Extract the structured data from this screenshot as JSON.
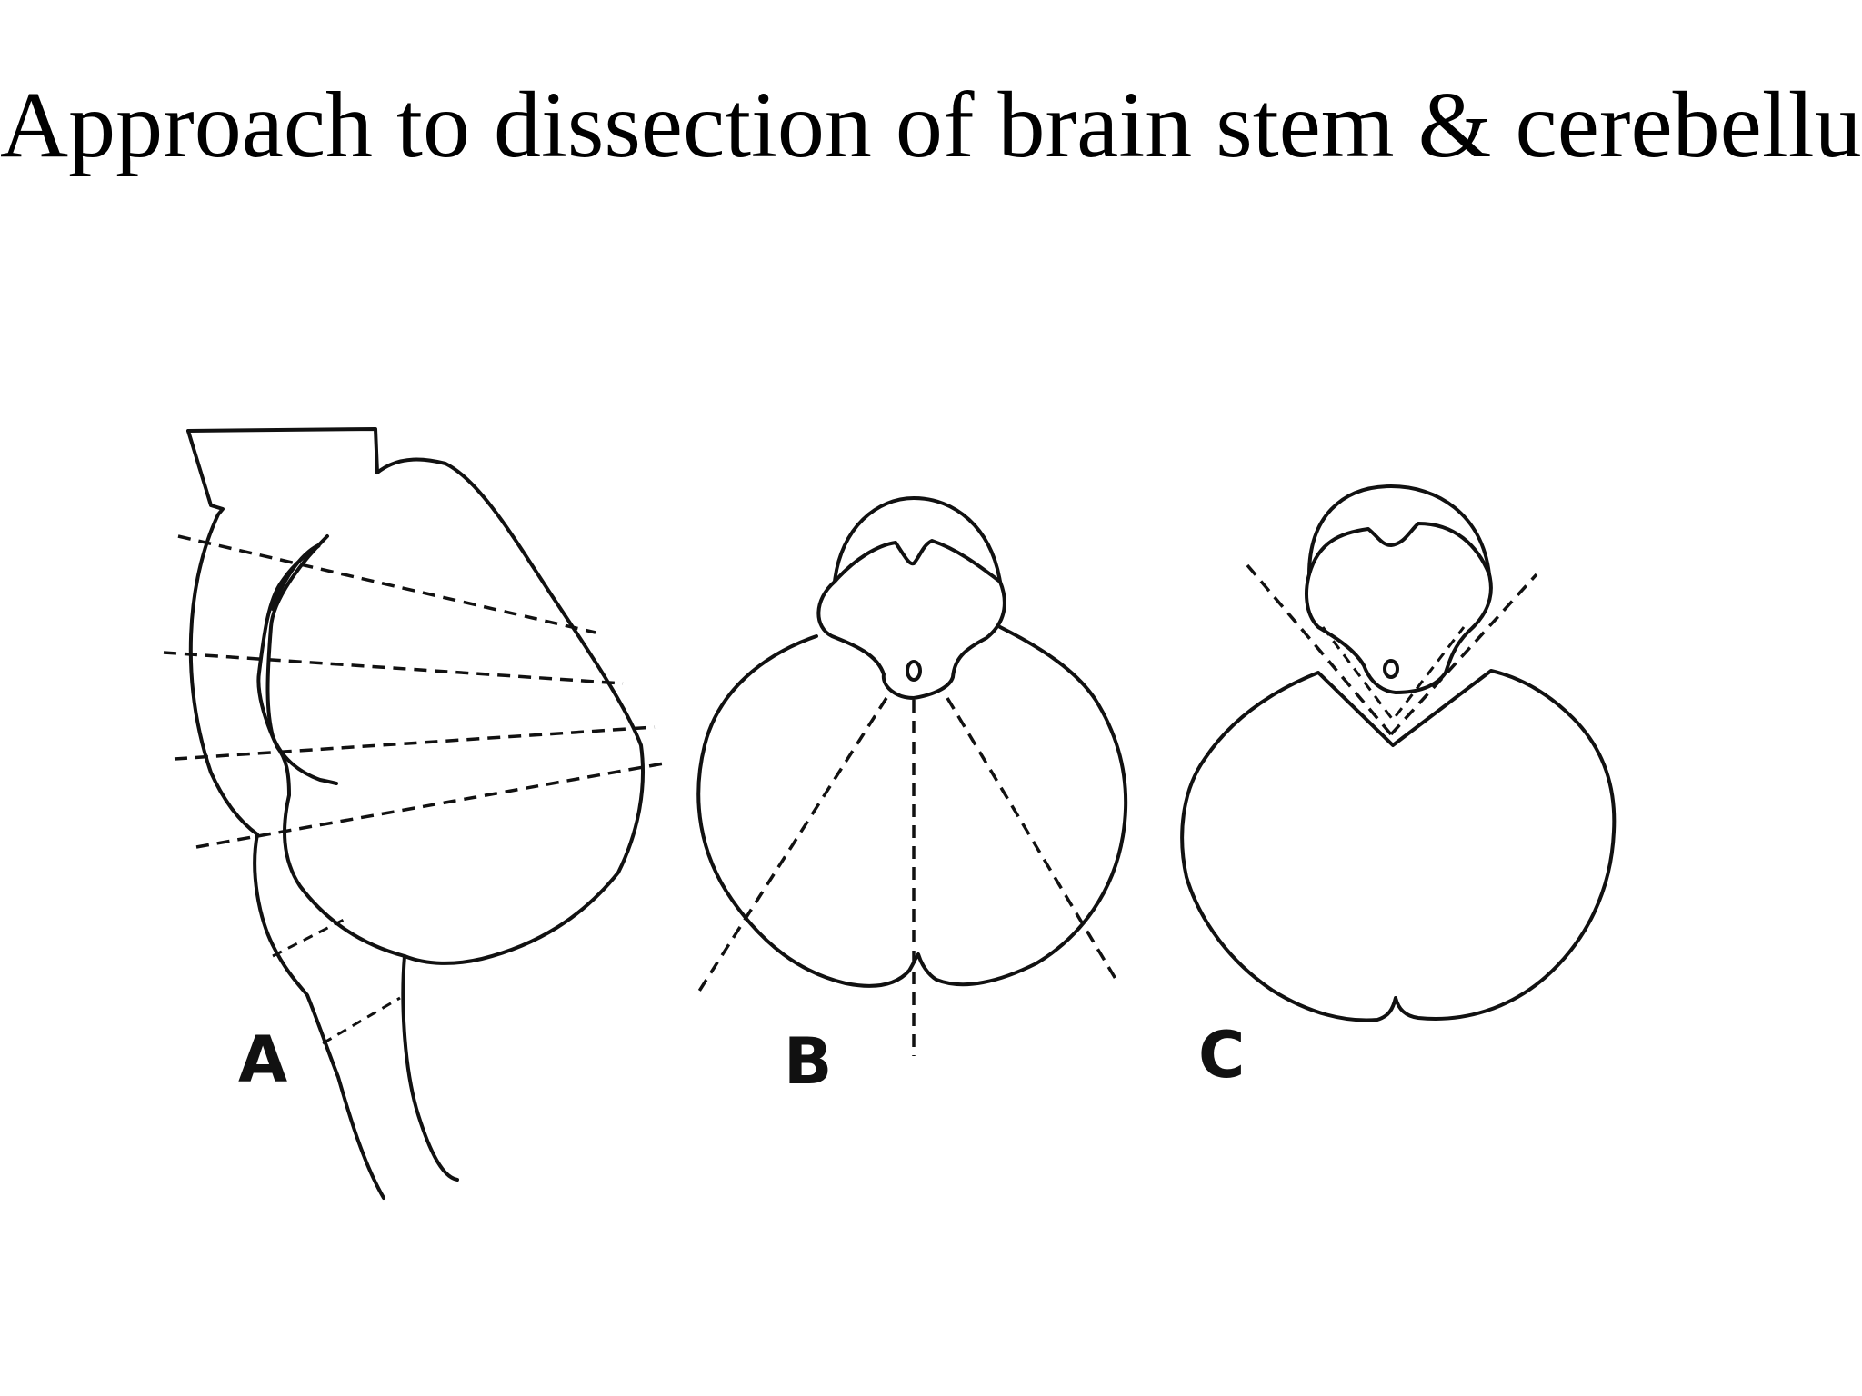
{
  "slide": {
    "title": "Approach to dissection of brain stem & cerebellum"
  },
  "figure": {
    "panels": [
      {
        "id": "A",
        "label": "A"
      },
      {
        "id": "B",
        "label": "B"
      },
      {
        "id": "C",
        "label": "C"
      }
    ],
    "colors": {
      "line": "#111111",
      "background": "#ffffff"
    }
  }
}
